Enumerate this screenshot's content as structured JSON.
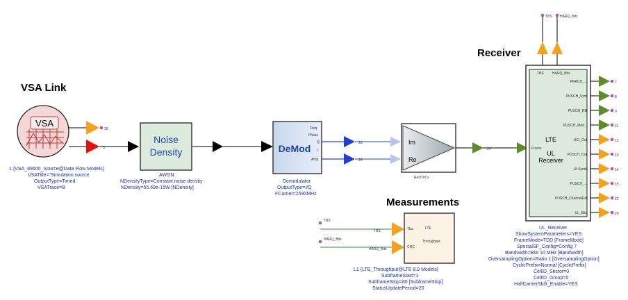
{
  "section_titles": {
    "vsa_link": "VSA Link",
    "receiver": "Receiver",
    "measurements": "Measurements"
  },
  "vsa_source": {
    "icon_label": "VSA",
    "out_top": "28",
    "out_mid": "3",
    "params": [
      "1 {VSA_89600_Source@Data Flow Models}",
      "VSATitle=\"Simulation source",
      "OutputType=Timed",
      "VSATrace=B"
    ]
  },
  "awgn": {
    "block_label_1": "Noise",
    "block_label_2": "Density",
    "params": [
      "AWGN",
      "NDensityType=Constant noise density",
      "NDensity=55.69e-15W [NDensity]"
    ]
  },
  "demod": {
    "block_label": "DeMod",
    "ports": [
      "Freq",
      "Phase",
      "Q",
      "I",
      "Amp"
    ],
    "out_q": "20",
    "out_i": "25",
    "params": [
      "Demodulator",
      "OutputType=I/Q",
      "FCarrier=2593MHz"
    ]
  },
  "recttocx": {
    "port_im": "Im",
    "port_re": "Re",
    "out_wire": "24",
    "name": "RectToCx"
  },
  "receiver": {
    "block_label_1": "LTE",
    "block_label_2": "UL",
    "block_label_3": "Receiver",
    "top_outputs": [
      "TBS",
      "HARQ_Bits"
    ],
    "top_port_labels": [
      "TBS",
      "HARQ_Bits"
    ],
    "input_port": "Frame",
    "right_ports": [
      {
        "label": "PRACH_...",
        "num": "7"
      },
      {
        "label": "PUSCH_Sym",
        "num": "8"
      },
      {
        "label": "PUSCH_RB",
        "num": "9"
      },
      {
        "label": "PUSCH_Mod...",
        "num": "11"
      },
      {
        "label": "UCI_Out",
        "num": "12"
      },
      {
        "label": "PUSCH_Out",
        "num": "13"
      },
      {
        "label": "ULSymb",
        "num": "14"
      },
      {
        "label": "PUSCH_...",
        "num": "15"
      },
      {
        "label": "PUSCH_ChannelEst",
        "num": "22"
      },
      {
        "label": "UL_Bits",
        "num": "29"
      }
    ],
    "params": [
      "UL_Receiver",
      "ShowSystemParameters=YES",
      "FrameMode=TDD [FrameMode]",
      "SpecialSF_Config=Config 7",
      "Bandwidth=BW 10 MHz [Bandwidth]",
      "OversamplingOption=Ratio 1 [OversamplingOption]",
      "CyclicPrefix=Normal [CyclicPrefix]",
      "CellID_Sector=0",
      "CellID_Group=0",
      "HalfCarrierShift_Enable=YES"
    ]
  },
  "throughput": {
    "inputs": [
      "TBS",
      "HARQ_Bits"
    ],
    "wire_labels": [
      "TBS",
      "HARQ_Bits"
    ],
    "block_label_1": "LTE",
    "block_label_2": "Throughput",
    "port_tbs": "Tbs",
    "port_crc": "CRC",
    "params": [
      "L1 {LTE_Throughput@LTE 8.9 Models}",
      "SubframeStart=1",
      "SubframeStop=80 [SubframeStop]",
      "StatusUpdatePeriod=20"
    ]
  }
}
